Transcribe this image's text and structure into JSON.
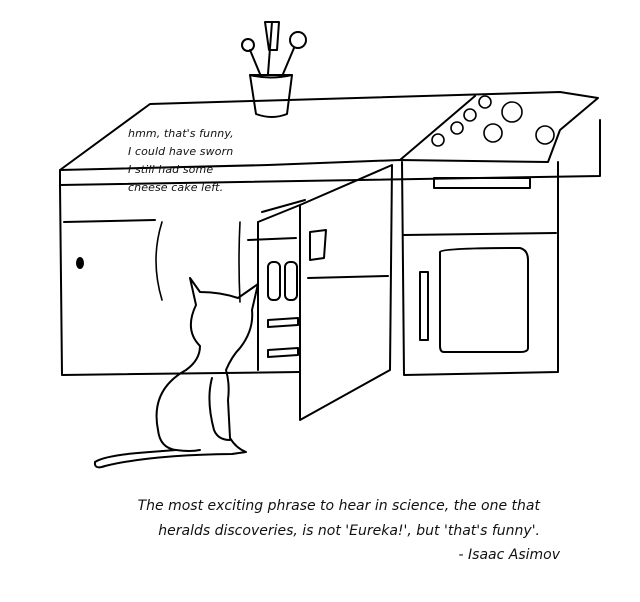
{
  "speech_bubble": {
    "lines": [
      "hmm, that's funny,",
      "I could have sworn",
      "I still had some",
      "cheese cake left."
    ]
  },
  "quote": {
    "lines": [
      "The most exciting phrase to hear in science, the one that",
      "heralds discoveries, is not 'Eureka!', but 'that's funny'."
    ],
    "attribution": "- Isaac Asimov"
  }
}
